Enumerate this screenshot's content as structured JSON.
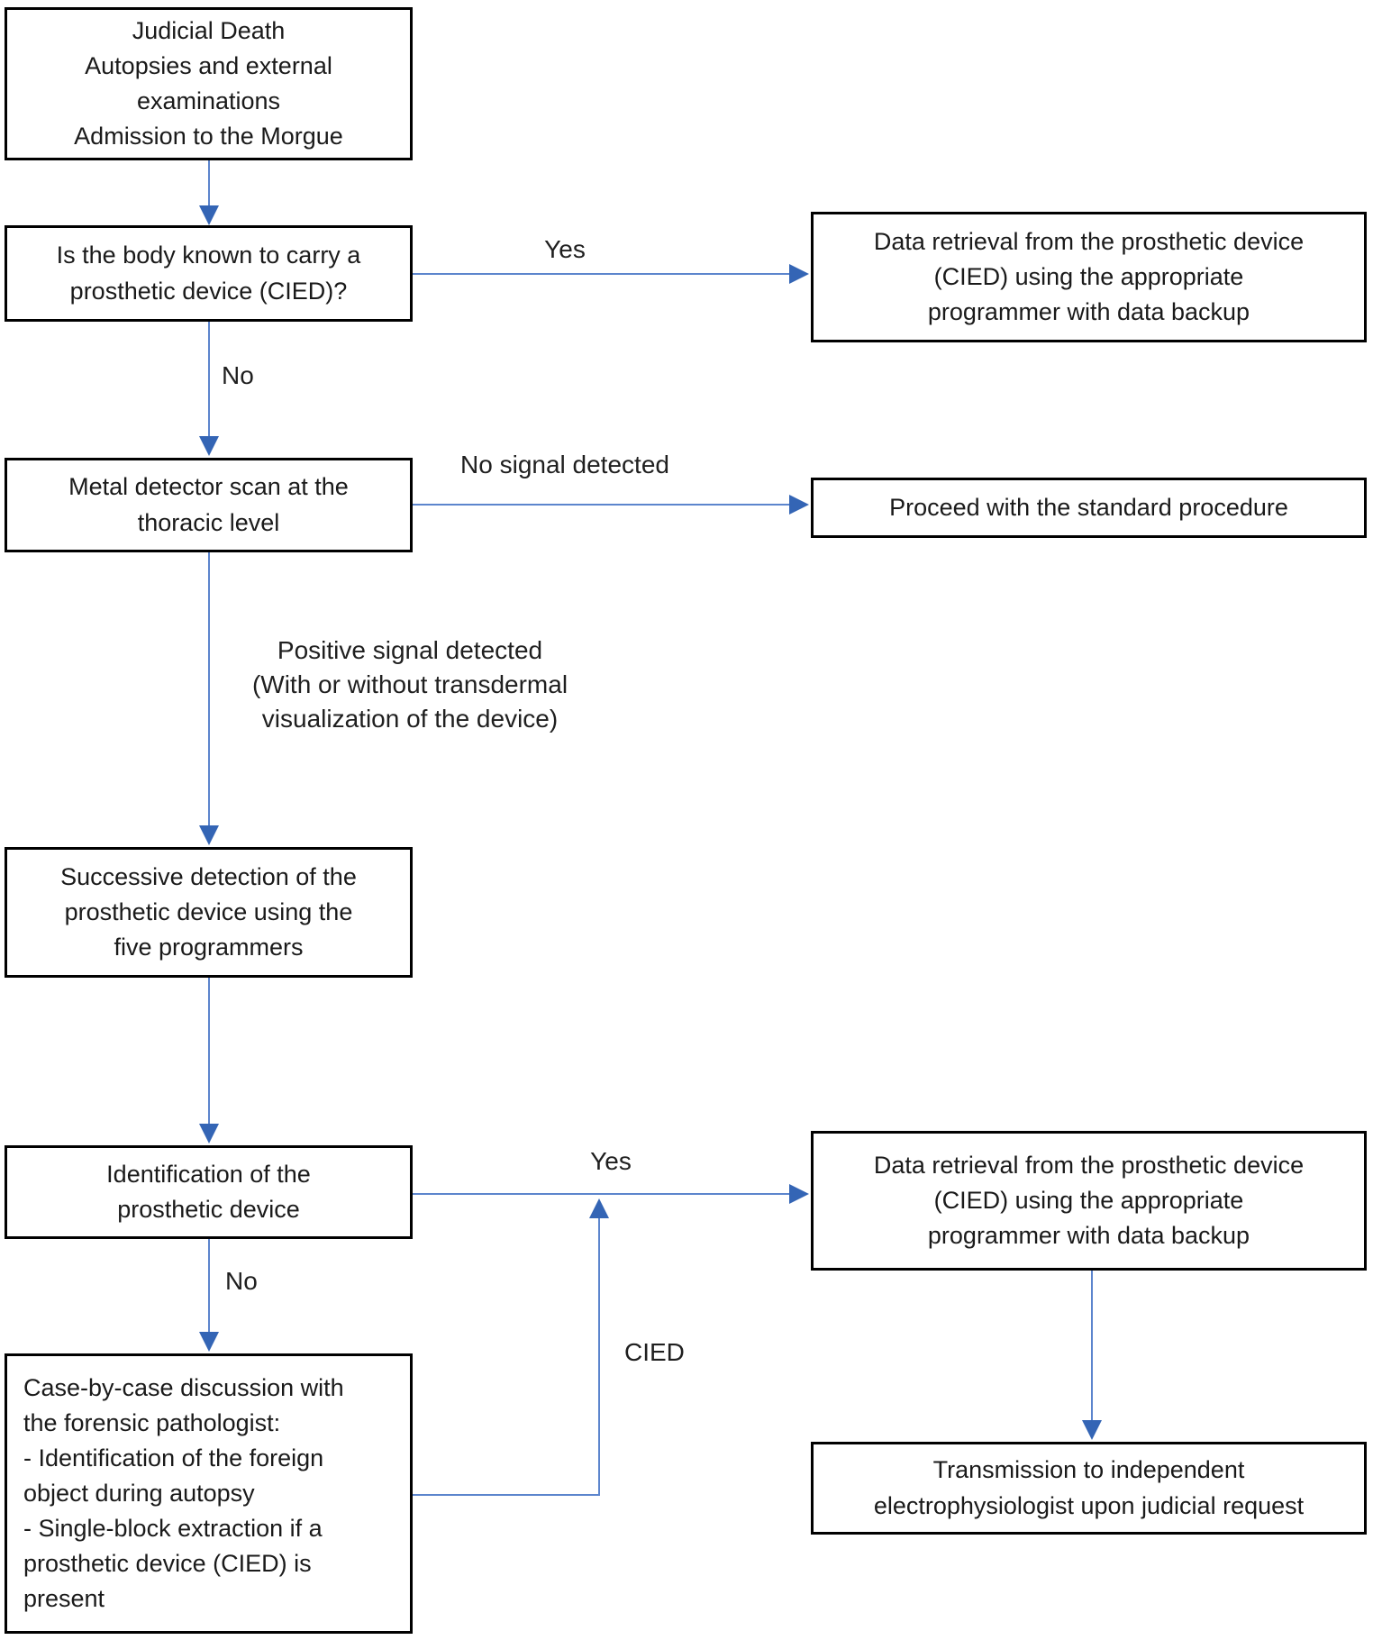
{
  "diagram": {
    "title": "CIED forensic procedure flowchart",
    "colors": {
      "arrow": "#4472C4",
      "arrow_head": "#3465B5",
      "box_border": "#000000",
      "text": "#1A1A1A",
      "background": "#FFFFFF"
    },
    "nodes": {
      "judicial_death": "Judicial Death\nAutopsies and external examinations\nAdmission to the Morgue",
      "carry_question": "Is the body known to carry a\nprosthetic device (CIED)?",
      "data_retrieval_top": "Data retrieval from the prosthetic device\n(CIED) using the appropriate\nprogrammer with data backup",
      "metal_detector": "Metal detector scan at the\nthoracic level",
      "standard_procedure": "Proceed with the standard procedure",
      "successive_detection": "Successive detection of the\nprosthetic device using the\nfive programmers",
      "identification": "Identification of the\nprosthetic device",
      "case_by_case": "Case-by-case discussion with\nthe forensic pathologist:\n- Identification of the foreign\nobject during autopsy\n- Single-block extraction if a\nprosthetic device (CIED) is\npresent",
      "data_retrieval_bottom": "Data retrieval from the prosthetic device\n(CIED) using the appropriate\nprogrammer with data backup",
      "transmission": "Transmission to independent\nelectrophysiologist upon judicial request"
    },
    "edge_labels": {
      "yes_top": "Yes",
      "no_top": "No",
      "no_signal": "No signal detected",
      "positive_signal": "Positive signal detected\n(With or without transdermal\nvisualization of the device)",
      "yes_bottom": "Yes",
      "no_bottom": "No",
      "cied": "CIED"
    }
  }
}
